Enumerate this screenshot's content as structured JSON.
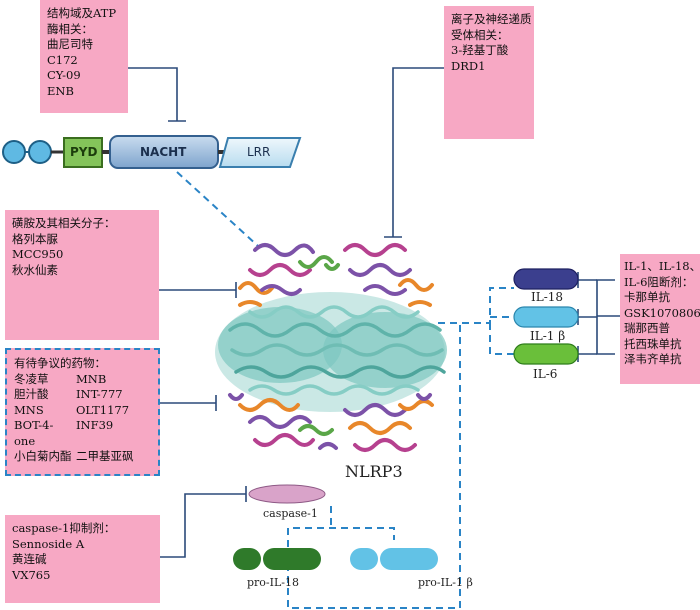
{
  "domains": {
    "pyd": "PYD",
    "nacht": "NACHT",
    "lrr": "LRR"
  },
  "boxes": {
    "structure": [
      "结构域及ATP",
      "酶相关：",
      "曲尼司特",
      "C172",
      "CY-09",
      "ENB"
    ],
    "ion": [
      "离子及神经递质",
      "受体相关：",
      "3-羟基丁酸",
      "DRD1"
    ],
    "sulfonylurea": [
      "磺胺及其相关分子：",
      "格列本脲",
      "MCC950",
      "秋水仙素"
    ],
    "controversial": {
      "title": "有待争议的药物：",
      "rows": [
        [
          "冬凌草",
          "MNB"
        ],
        [
          "胆汁酸",
          "INT-777"
        ],
        [
          "MNS",
          "OLT1177"
        ],
        [
          "BOT-4-one",
          "INF39"
        ],
        [
          "小白菊内酯",
          "二甲基亚砜"
        ]
      ]
    },
    "caspase_inhibitors": [
      "caspase-1抑制剂：",
      "Sennoside A",
      "黄连碱",
      "VX765"
    ],
    "il_blockers": [
      "IL-1、IL-18、",
      "IL-6阻断剂：",
      "卡那单抗",
      "GSK1070806",
      "瑞那西普",
      "托西珠单抗",
      "泽韦齐单抗"
    ]
  },
  "labels": {
    "nlrp3": "NLRP3",
    "il18": "IL-18",
    "il1b": "IL-1 β",
    "il6": "IL-6",
    "caspase1": "caspase-1",
    "pro_il18": "pro-IL-18",
    "pro_il1b": "pro-IL-1 β"
  },
  "colors": {
    "box_pink": "#f7a8c4",
    "dashed_blue": "#2a84c6",
    "line_navy": "#2b4a7a",
    "il18_pill": "#3b3f8e",
    "il1b_pill": "#62c2e6",
    "il6_pill": "#6abf3a",
    "caspase_pill": "#d9a3c9",
    "pro_il18_pill": "#2f7a2a",
    "pro_il1b_pill": "#62c2e6",
    "pyd": "#7fc04f",
    "nacht": "#8fb2d6",
    "lrr": "#c8e4f2",
    "protein_teal": "#7ec8c0",
    "protein_purple": "#7c52a8",
    "protein_orange": "#e8872a",
    "protein_magenta": "#b6418f",
    "protein_green": "#5aa648"
  }
}
